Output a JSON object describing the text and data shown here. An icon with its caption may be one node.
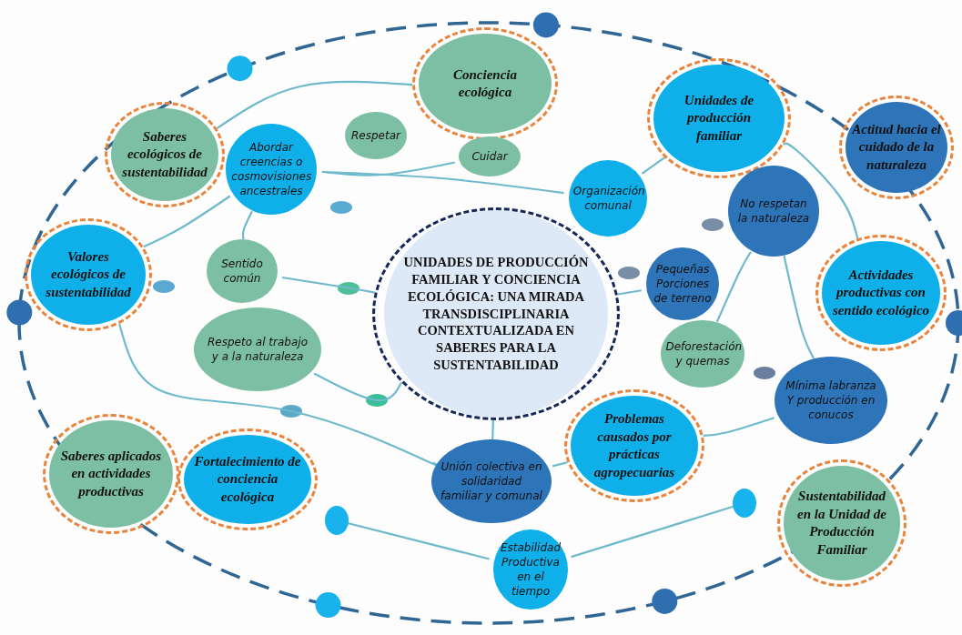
{
  "diagram": {
    "nodes": [
      {
        "text": [
          "UNIDADES DE PRODUCCIÓN FAMILIAR Y CONCIENCIA ECOLÓGICA: UNA MIRADA TRANSDISCIPLINARIA CONTEXTUALIZADA EN SABERES PARA LA SUSTENTABILIDAD"
        ]
      },
      {
        "text": [
          "Conciencia ecológica"
        ]
      },
      {
        "text": [
          "Saberes ecológicos de sustentabilidad"
        ]
      },
      {
        "text": [
          "Abordar creencias o cosmovisiones ancestrales"
        ]
      },
      {
        "text": [
          "Respetar"
        ]
      },
      {
        "text": [
          "Cuidar"
        ]
      },
      {
        "text": [
          "Unidades de producción familiar"
        ]
      },
      {
        "text": [
          "Actitud hacia el cuidado de la naturaleza"
        ]
      },
      {
        "text": [
          "Organización comunal"
        ]
      },
      {
        "text": [
          "No respetan la naturaleza"
        ]
      },
      {
        "text": [
          "Valores ecológicos de sustentabilidad"
        ]
      },
      {
        "text": [
          "Sentido común"
        ]
      },
      {
        "text": [
          "Pequeñas Porciones de terreno"
        ]
      },
      {
        "text": [
          "Actividades productivas con sentido ecológico"
        ]
      },
      {
        "text": [
          "Respeto al trabajo y a la naturaleza"
        ]
      },
      {
        "text": [
          "Deforestación y quemas"
        ]
      },
      {
        "text": [
          "Mínima labranza Y producción en conucos"
        ]
      },
      {
        "text": [
          "Saberes aplicados en actividades productivas"
        ]
      },
      {
        "text": [
          "Fortalecimiento de conciencia ecológica"
        ]
      },
      {
        "text": [
          "Problemas causados por prácticas agropecuarias"
        ]
      },
      {
        "text": [
          "Unión colectiva en solidaridad familiar y comunal"
        ]
      },
      {
        "text": [
          "Estabilidad Productiva en el tiempo"
        ]
      },
      {
        "text": [
          "Sustentabilidad en la Unidad de Producción Familiar"
        ]
      }
    ],
    "edges": [
      {
        "from": 2,
        "to": 1,
        "arrow": "none"
      },
      {
        "from": 3,
        "to": 5,
        "arrow": "none"
      },
      {
        "from": 3,
        "to": 8,
        "arrow": "none"
      },
      {
        "from": 1,
        "to": 5,
        "arrow": "none"
      },
      {
        "from": 3,
        "to": 11,
        "arrow": "none"
      },
      {
        "from": 3,
        "to": 10,
        "arrow": "none"
      },
      {
        "from": 11,
        "to": 0,
        "arrow": "none"
      },
      {
        "from": 14,
        "to": 0,
        "arrow": "none"
      },
      {
        "from": 10,
        "to": 20,
        "arrow": "none"
      },
      {
        "from": 20,
        "to": 19,
        "arrow": "none"
      },
      {
        "from": 0,
        "to": 20,
        "arrow": "none"
      },
      {
        "from": 8,
        "to": 6,
        "arrow": "none"
      },
      {
        "from": 6,
        "to": 13,
        "arrow": "none"
      },
      {
        "from": 0,
        "to": 12,
        "arrow": "none"
      },
      {
        "from": 9,
        "to": 15,
        "arrow": "none"
      },
      {
        "from": 9,
        "to": 16,
        "arrow": "none"
      },
      {
        "from": 16,
        "to": 19,
        "arrow": "none"
      },
      {
        "from": 21,
        "to": null,
        "arrow": "none"
      },
      {
        "from": null,
        "to": 21,
        "arrow": "none"
      }
    ]
  }
}
